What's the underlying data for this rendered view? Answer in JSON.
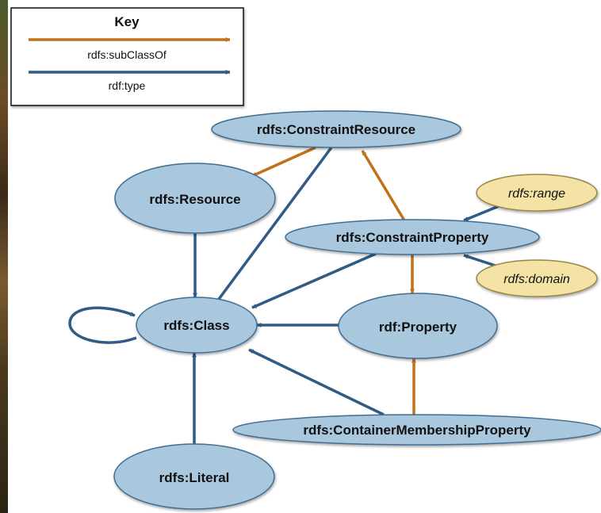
{
  "key": {
    "title": "Key",
    "items": [
      {
        "label": "rdfs:subClassOf",
        "color": "#c1711a"
      },
      {
        "label": "rdf:type",
        "color": "#2f5b84"
      }
    ]
  },
  "nodes": {
    "constraint_resource": "rdfs:ConstraintResource",
    "resource": "rdfs:Resource",
    "constraint_property": "rdfs:ConstraintProperty",
    "range": "rdfs:range",
    "domain": "rdfs:domain",
    "class": "rdfs:Class",
    "property": "rdf:Property",
    "container_membership_property": "rdfs:ContainerMembershipProperty",
    "literal": "rdfs:Literal"
  },
  "colors": {
    "class_fill": "#a9c8dd",
    "class_stroke": "#3f6e94",
    "property_fill": "#f4e3a4",
    "property_stroke": "#9a8648",
    "subclass_arrow": "#c1711a",
    "type_arrow": "#2f5b84"
  }
}
